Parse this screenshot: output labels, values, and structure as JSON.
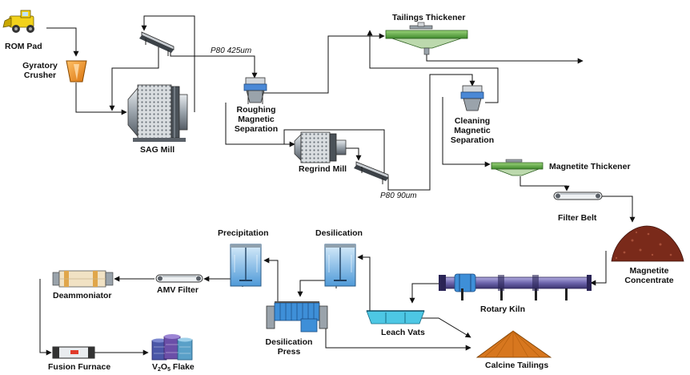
{
  "colors": {
    "crusher": "#f39a21",
    "mill_steel": "#7d8690",
    "separator_blue": "#4a88d6",
    "thickener_green": "#66b446",
    "ore_pile": "#7a2a1a",
    "tailings_pile": "#d7771f",
    "kiln_purple": "#7b73b7",
    "vat_cyan": "#4dc7e4",
    "tank_blue": "#4f9ad8",
    "flake_blue": "#4a57a8"
  },
  "labels": {
    "rom_pad": "ROM Pad",
    "gyratory_crusher_1": "Gyratory",
    "gyratory_crusher_2": "Crusher",
    "sag_mill": "SAG Mill",
    "p80_425": "P80 425um",
    "roughing_1": "Roughing",
    "roughing_2": "Magnetic",
    "roughing_3": "Separation",
    "regrind_mill": "Regrind Mill",
    "p80_90": "P80 90um",
    "tailings_thickener": "Tailings Thickener",
    "cleaning_1": "Cleaning",
    "cleaning_2": "Magnetic",
    "cleaning_3": "Separation",
    "magnetite_thickener": "Magnetite Thickener",
    "filter_belt": "Filter Belt",
    "magnetite_concentrate_1": "Magnetite",
    "magnetite_concentrate_2": "Concentrate",
    "rotary_kiln": "Rotary Kiln",
    "calcine_tailings": "Calcine Tailings",
    "leach_vats": "Leach Vats",
    "desilication": "Desilication",
    "desilication_press_1": "Desilication",
    "desilication_press_2": "Press",
    "precipitation": "Precipitation",
    "amv_filter": "AMV Filter",
    "deammoniator": "Deammoniator",
    "fusion_furnace": "Fusion Furnace",
    "v2o5_v": "V",
    "v2o5_sub1": "2",
    "v2o5_o": "O",
    "v2o5_sub2": "5",
    "v2o5_rest": " Flake"
  }
}
